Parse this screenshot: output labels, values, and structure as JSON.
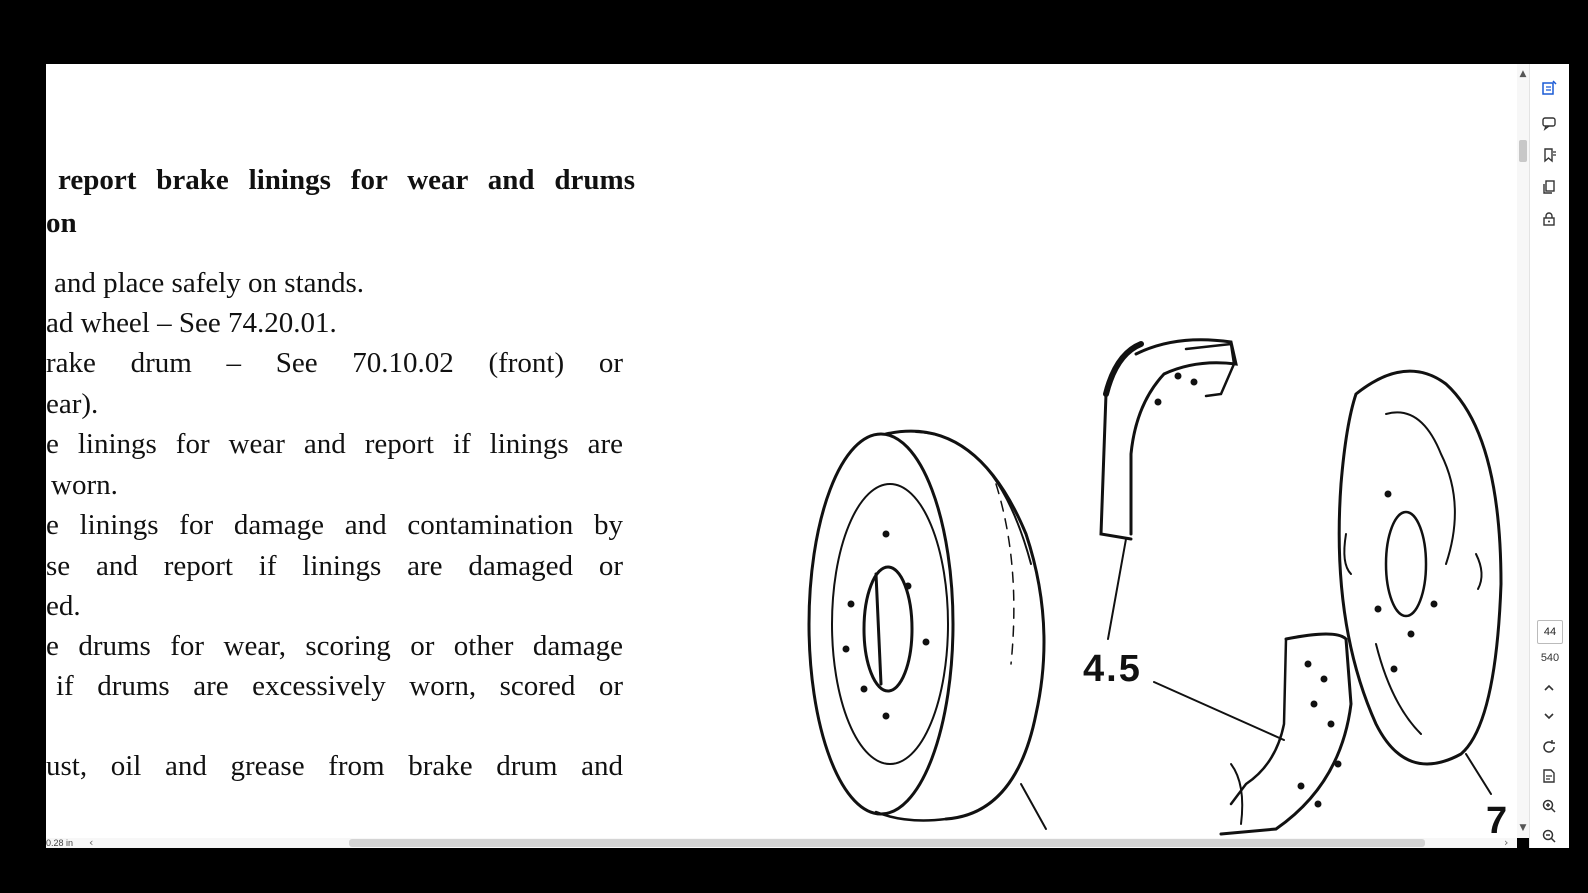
{
  "document": {
    "lines": [
      "report brake linings for wear and drums",
      "on",
      "and place safely on stands.",
      "ad wheel – See 74.20.01.",
      "rake drum – See 70.10.02 (front) or",
      "ear).",
      "e linings for wear and report if linings are",
      "worn.",
      "e linings for damage and contamination by",
      "se and report if linings are damaged or",
      "ed.",
      "e drums for wear, scoring or other damage",
      "if drums are excessively worn, scored or",
      "ust, oil and grease from brake drum and"
    ],
    "callouts": {
      "shoes": "4.5",
      "backplate": "7"
    }
  },
  "status_bar": {
    "dimension": "0.28 in"
  },
  "page_nav": {
    "current_page": "44",
    "total_pages": "540"
  },
  "toolbar_icons": [
    "edit-pdf-icon",
    "comment-icon",
    "bookmark-icon",
    "pages-icon",
    "protect-icon",
    "chevron-up-icon",
    "chevron-down-icon",
    "refresh-icon",
    "page-settings-icon",
    "zoom-in-icon",
    "zoom-out-icon"
  ],
  "colors": {
    "accent": "#1a5bd6",
    "frame": "#000000",
    "page": "#ffffff"
  }
}
